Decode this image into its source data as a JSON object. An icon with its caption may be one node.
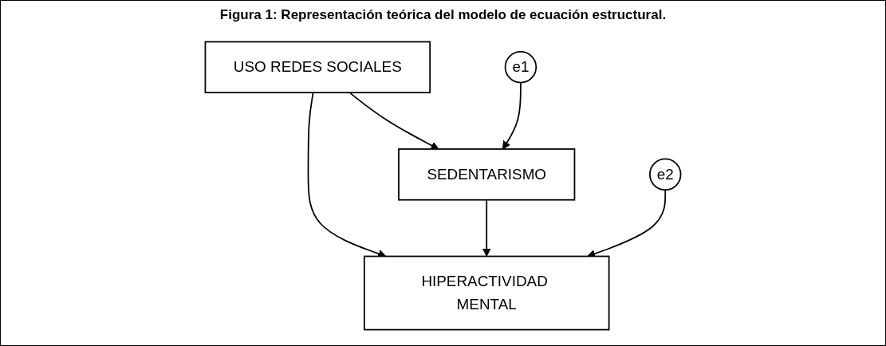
{
  "diagram": {
    "title": "Figura 1: Representación teórica del modelo de ecuación estructural.",
    "nodes": [
      {
        "text": [
          "USO REDES SOCIALES"
        ]
      },
      {
        "text": [
          "e1"
        ]
      },
      {
        "text": [
          "SEDENTARISMO"
        ]
      },
      {
        "text": [
          "HIPERACTIVIDAD MENTAL"
        ]
      },
      {
        "text": [
          "e2"
        ]
      }
    ],
    "edges": [
      {
        "from": 0,
        "to": 2,
        "arrow": "to"
      },
      {
        "from": 0,
        "to": 3,
        "arrow": "to"
      },
      {
        "from": 1,
        "to": 2,
        "arrow": "to"
      },
      {
        "from": 2,
        "to": 3,
        "arrow": "to"
      },
      {
        "from": 4,
        "to": 3,
        "arrow": "to"
      }
    ]
  }
}
